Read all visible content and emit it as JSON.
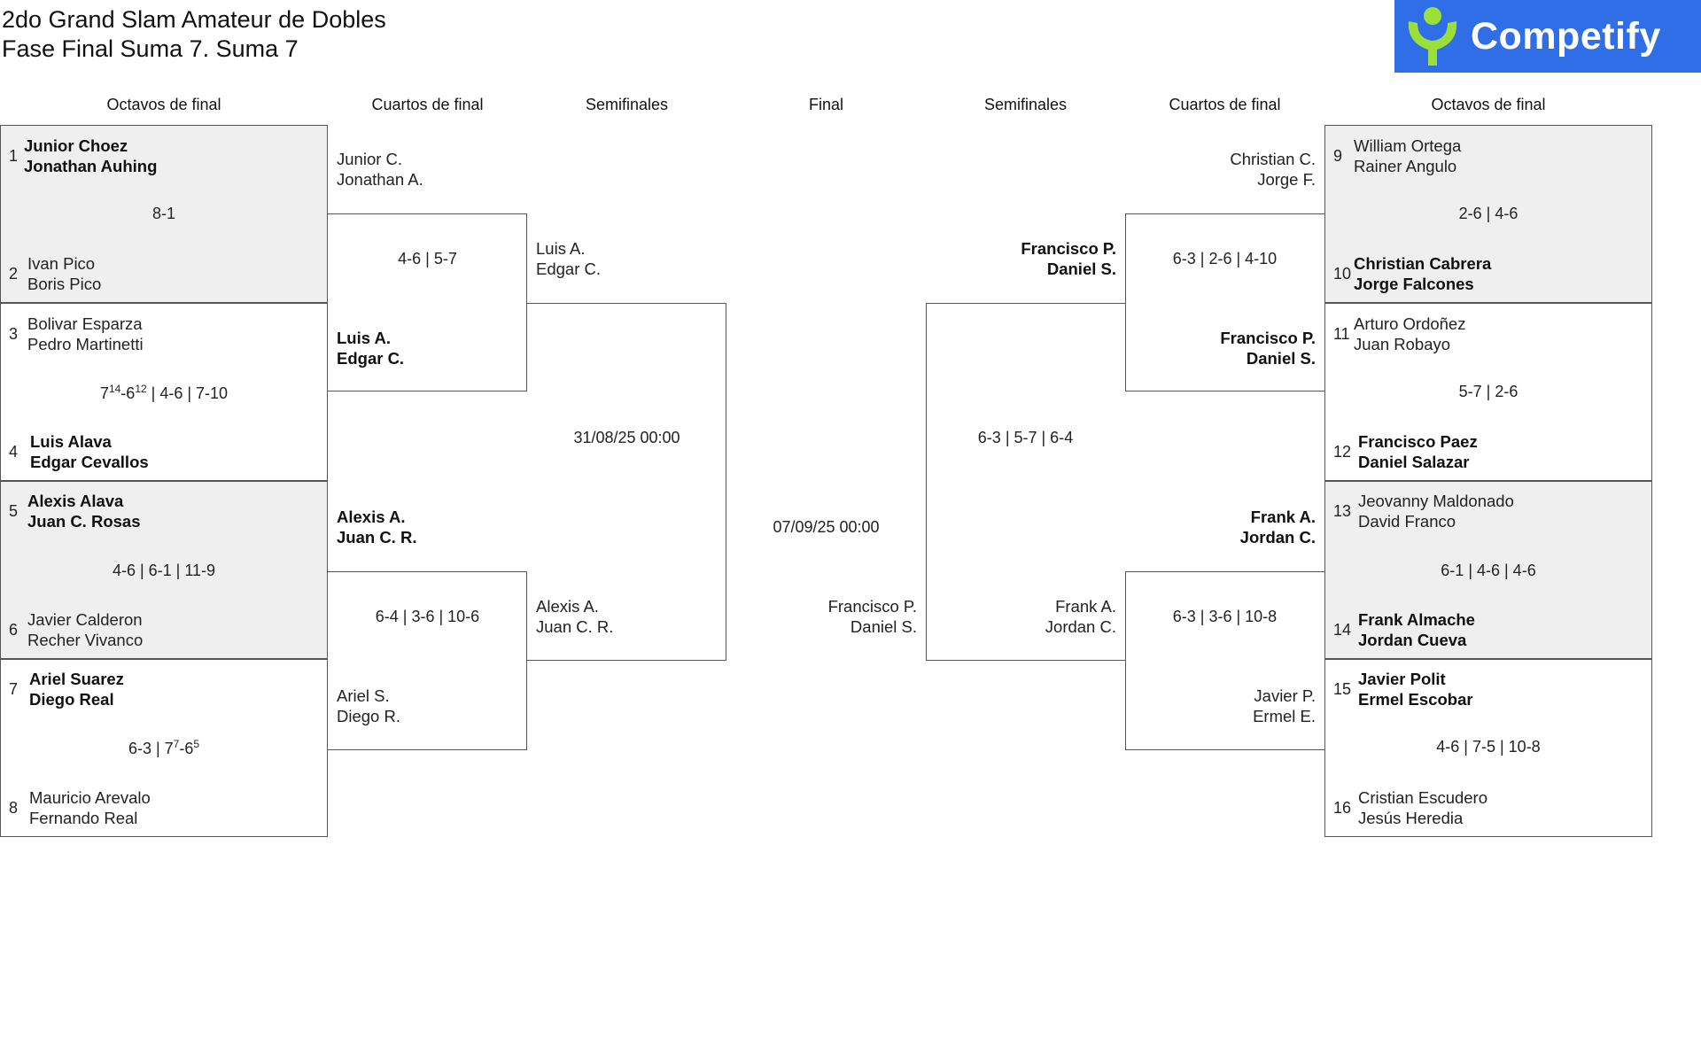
{
  "header": {
    "title": "2do Grand Slam Amateur de Dobles",
    "subtitle": "Fase Final Suma 7. Suma 7",
    "logo_text": "Competify"
  },
  "rounds": {
    "left": [
      "Octavos de final",
      "Cuartos de final",
      "Semifinales"
    ],
    "final": "Final",
    "right": [
      "Semifinales",
      "Cuartos de final",
      "Octavos de final"
    ]
  },
  "left_r16": [
    {
      "top": {
        "seed": "1",
        "p1": "Junior Choez",
        "p2": "Jonathan Auhing",
        "winner": true
      },
      "score": "8-1",
      "bottom": {
        "seed": "2",
        "p1": "Ivan Pico",
        "p2": "Boris Pico",
        "winner": false
      }
    },
    {
      "top": {
        "seed": "3",
        "p1": "Bolivar Esparza",
        "p2": "Pedro Martinetti",
        "winner": false
      },
      "score_parts": {
        "a": "7",
        "a_sup": "14",
        "b": "-6",
        "b_sup": "12",
        "rest": " | 4-6 | 7-10"
      },
      "bottom": {
        "seed": "4",
        "p1": "Luis Alava",
        "p2": "Edgar Cevallos",
        "winner": true
      }
    },
    {
      "top": {
        "seed": "5",
        "p1": "Alexis Alava",
        "p2": "Juan C. Rosas",
        "winner": true
      },
      "score": "4-6 | 6-1 | 11-9",
      "bottom": {
        "seed": "6",
        "p1": "Javier Calderon",
        "p2": "Recher Vivanco",
        "winner": false
      }
    },
    {
      "top": {
        "seed": "7",
        "p1": "Ariel Suarez",
        "p2": "Diego Real",
        "winner": true
      },
      "score_parts": {
        "a": "6-3 | 7",
        "a_sup": "7",
        "b": "-6",
        "b_sup": "5",
        "rest": ""
      },
      "bottom": {
        "seed": "8",
        "p1": "Mauricio Arevalo",
        "p2": "Fernando Real",
        "winner": false
      }
    }
  ],
  "right_r16": [
    {
      "top": {
        "seed": "9",
        "p1": "William Ortega",
        "p2": "Rainer Angulo",
        "winner": false
      },
      "score": "2-6 | 4-6",
      "bottom": {
        "seed": "10",
        "p1": "Christian Cabrera",
        "p2": "Jorge Falcones",
        "winner": true
      }
    },
    {
      "top": {
        "seed": "11",
        "p1": "Arturo Ordoñez",
        "p2": "Juan Robayo",
        "winner": false
      },
      "score": "5-7 | 2-6",
      "bottom": {
        "seed": "12",
        "p1": "Francisco Paez",
        "p2": "Daniel Salazar",
        "winner": true
      }
    },
    {
      "top": {
        "seed": "13",
        "p1": "Jeovanny Maldonado",
        "p2": "David Franco",
        "winner": false
      },
      "score": "6-1 | 4-6 | 4-6",
      "bottom": {
        "seed": "14",
        "p1": "Frank Almache",
        "p2": "Jordan Cueva",
        "winner": true
      }
    },
    {
      "top": {
        "seed": "15",
        "p1": "Javier Polit",
        "p2": "Ermel Escobar",
        "winner": true
      },
      "score": "4-6 | 7-5 | 10-8",
      "bottom": {
        "seed": "16",
        "p1": "Cristian Escudero",
        "p2": "Jesús Heredia",
        "winner": false
      }
    }
  ],
  "left_qf": [
    {
      "top": {
        "p1": "Junior C.",
        "p2": "Jonathan A."
      },
      "score": "4-6 | 5-7",
      "bottom": {
        "p1": "Luis A.",
        "p2": "Edgar C."
      }
    },
    {
      "top": {
        "p1": "Alexis A.",
        "p2": "Juan C. R."
      },
      "score": "6-4 | 3-6 | 10-6",
      "bottom": {
        "p1": "Ariel S.",
        "p2": "Diego R."
      }
    }
  ],
  "right_qf": [
    {
      "top": {
        "p1": "Christian C.",
        "p2": "Jorge F."
      },
      "score": "6-3 | 2-6 | 4-10",
      "bottom": {
        "p1": "Francisco P.",
        "p2": "Daniel S."
      }
    },
    {
      "top": {
        "p1": "Frank A.",
        "p2": "Jordan C."
      },
      "score": "6-3 | 3-6 | 10-8",
      "bottom": {
        "p1": "Javier P.",
        "p2": "Ermel E."
      }
    }
  ],
  "left_sf": {
    "top": {
      "p1": "Luis A.",
      "p2": "Edgar C."
    },
    "score": "31/08/25 00:00",
    "bottom": {
      "p1": "Alexis A.",
      "p2": "Juan C. R."
    }
  },
  "right_sf": {
    "top": {
      "p1": "Francisco P.",
      "p2": "Daniel S."
    },
    "score": "6-3 | 5-7 | 6-4",
    "bottom": {
      "p1": "Frank A.",
      "p2": "Jordan C."
    }
  },
  "final": {
    "date": "07/09/25 00:00",
    "team": {
      "p1": "Francisco P.",
      "p2": "Daniel S."
    }
  }
}
